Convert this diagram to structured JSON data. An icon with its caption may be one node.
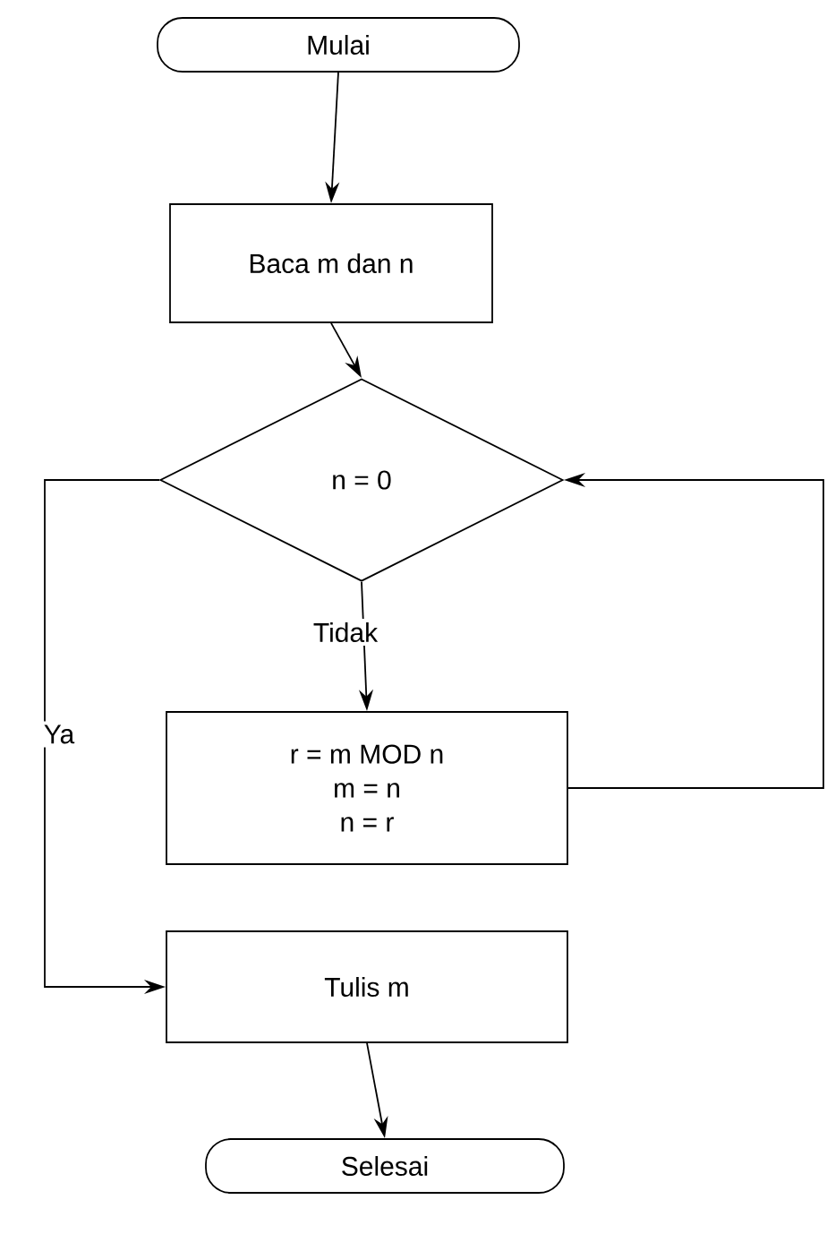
{
  "diagram": {
    "nodes": [
      {
        "text": [
          "Mulai"
        ]
      },
      {
        "text": [
          "Baca m dan n"
        ]
      },
      {
        "text": [
          "n = 0"
        ]
      },
      {
        "text": [
          "r = m MOD n",
          "m = n",
          "n = r"
        ]
      },
      {
        "text": [
          "Tulis  m"
        ]
      },
      {
        "text": [
          "Selesai"
        ]
      }
    ],
    "edges": [
      {
        "from": 0,
        "to": 1,
        "arrow": "to"
      },
      {
        "from": 1,
        "to": 2,
        "arrow": "to"
      },
      {
        "from": 2,
        "to": 3,
        "arrow": "to",
        "label": "Tidak"
      },
      {
        "from": 2,
        "to": 4,
        "arrow": "to",
        "label": "Ya"
      },
      {
        "from": 3,
        "to": 2,
        "arrow": "to"
      },
      {
        "from": 4,
        "to": 5,
        "arrow": "to"
      }
    ]
  }
}
